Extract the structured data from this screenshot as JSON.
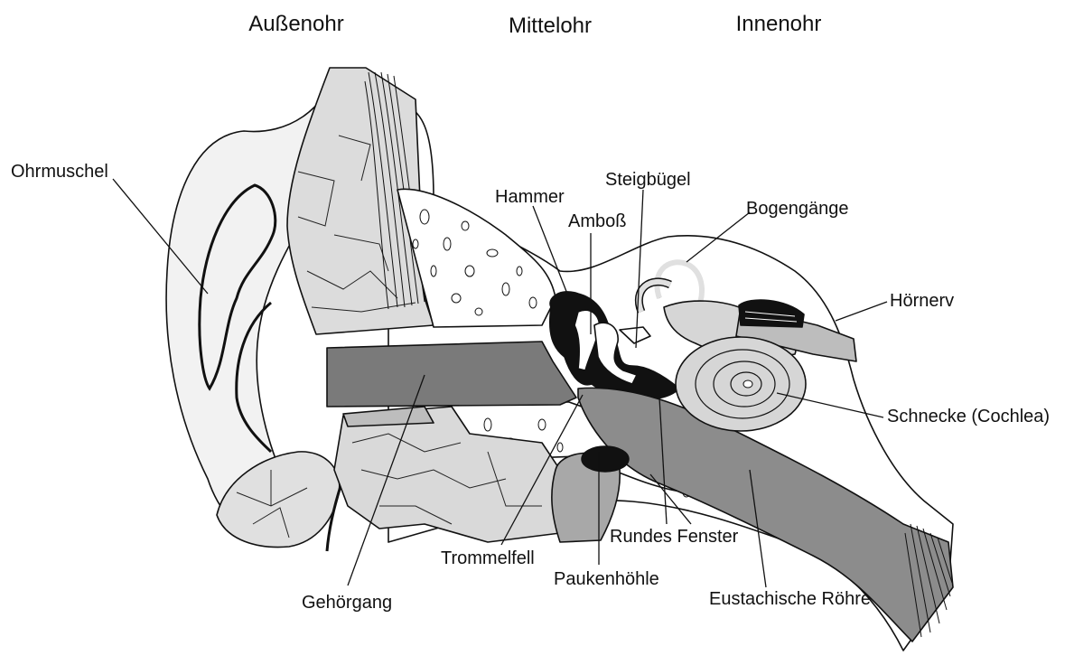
{
  "headers": {
    "outer_ear": "Außenohr",
    "middle_ear": "Mittelohr",
    "inner_ear": "Innenohr"
  },
  "labels": {
    "pinna": "Ohrmuschel",
    "ear_canal": "Gehörgang",
    "eardrum": "Trommelfell",
    "tympanic_cavity": "Paukenhöhle",
    "round_window": "Rundes Fenster",
    "eustachian_tube": "Eustachische Röhre",
    "hammer": "Hammer",
    "anvil": "Amboß",
    "stirrup": "Steigbügel",
    "semicircular_canals": "Bogengänge",
    "auditory_nerve": "Hörnerv",
    "cochlea": "Schnecke (Cochlea)"
  },
  "colors": {
    "ink": "#111111",
    "canal_fill": "#7a7a7a",
    "tissue_light": "#e6e6e6",
    "tissue_mid": "#c4c4c4",
    "tube_fill": "#8c8c8c",
    "bone_black": "#111111"
  }
}
